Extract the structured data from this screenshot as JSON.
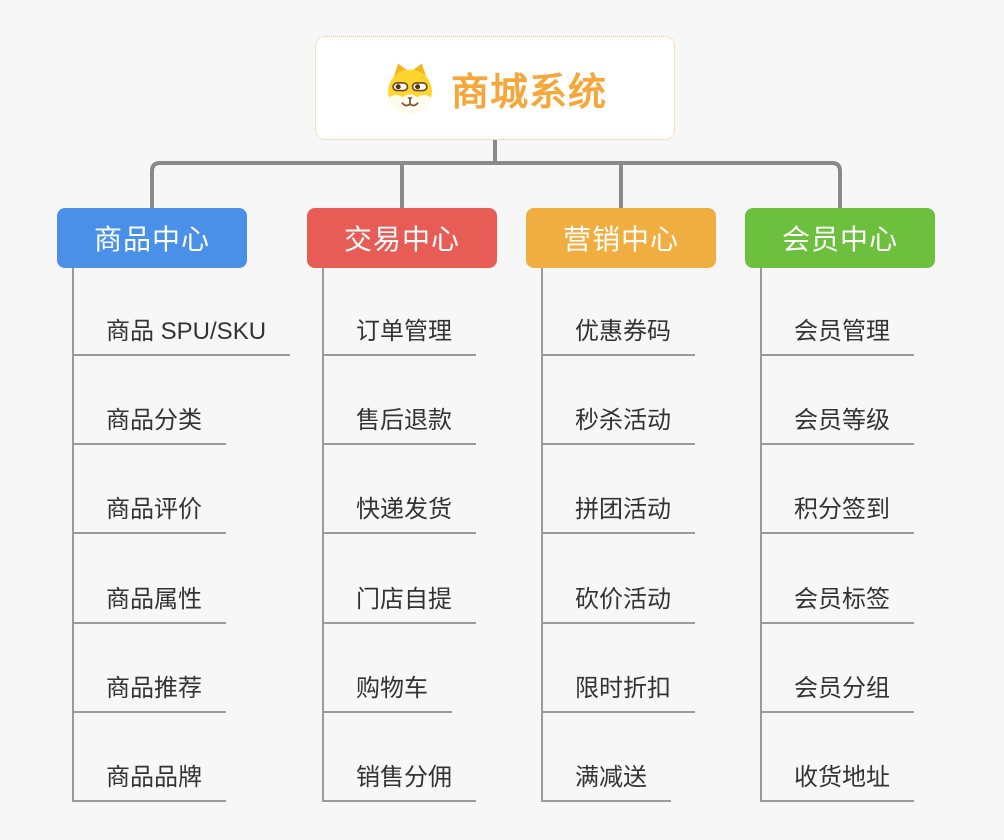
{
  "root": {
    "title": "商城系统",
    "icon": "doge-icon",
    "title_color": "#f5a73b",
    "border_color": "#eec27c"
  },
  "branches": [
    {
      "label": "商品中心",
      "color": "#4a90e8",
      "children": [
        "商品 SPU/SKU",
        "商品分类",
        "商品评价",
        "商品属性",
        "商品推荐",
        "商品品牌"
      ]
    },
    {
      "label": "交易中心",
      "color": "#e85c56",
      "children": [
        "订单管理",
        "售后退款",
        "快递发货",
        "门店自提",
        "购物车",
        "销售分佣"
      ]
    },
    {
      "label": "营销中心",
      "color": "#efae3f",
      "children": [
        "优惠券码",
        "秒杀活动",
        "拼团活动",
        "砍价活动",
        "限时折扣",
        "满减送"
      ]
    },
    {
      "label": "会员中心",
      "color": "#6cc03d",
      "children": [
        "会员管理",
        "会员等级",
        "积分签到",
        "会员标签",
        "会员分组",
        "收货地址"
      ]
    }
  ],
  "colors": {
    "background": "#f7f7f7",
    "connector": "#8a8a8a",
    "leaf_underline": "#9a9a9a",
    "leaf_text": "#333333"
  }
}
